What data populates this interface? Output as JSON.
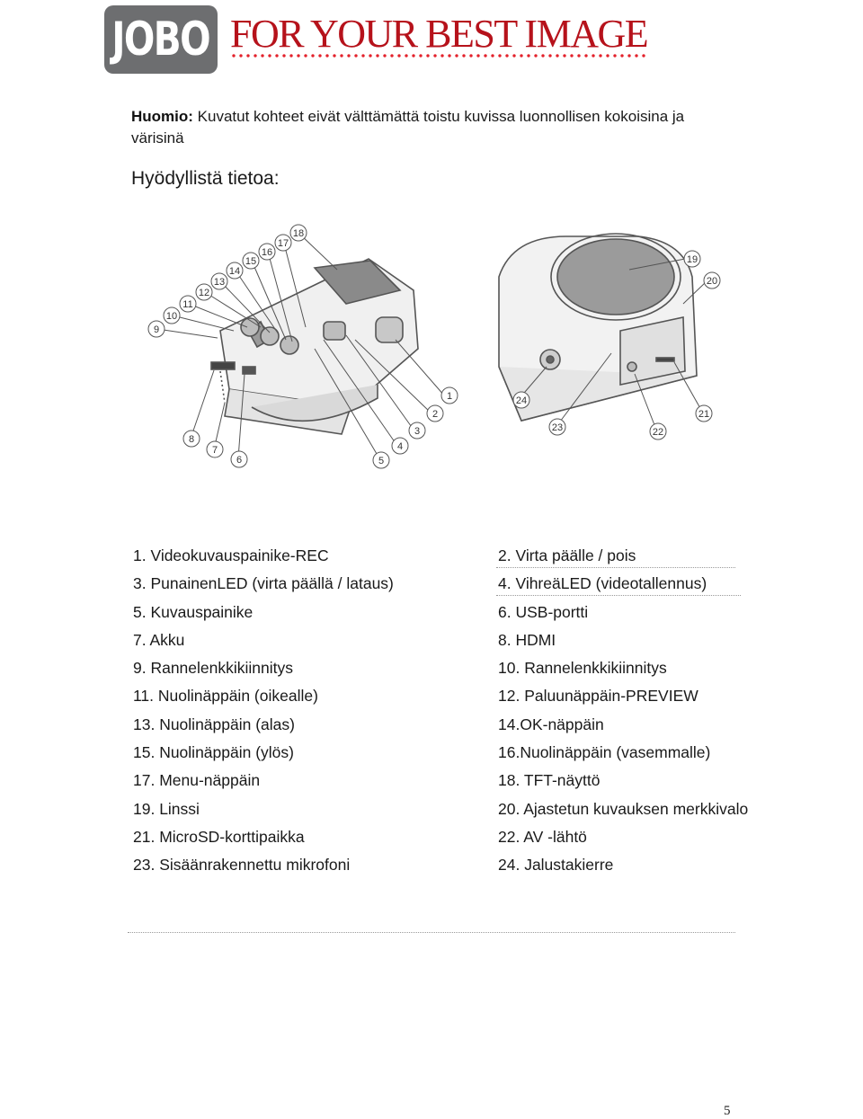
{
  "header": {
    "logo_text": "JOBO",
    "tagline": "FOR YOUR BEST IMAGE"
  },
  "note": {
    "label": "Huomio:",
    "text": " Kuvatut kohteet eivät välttämättä toistu kuvissa luonnollisen kokoisina ja värisinä"
  },
  "subtitle": "Hyödyllistä tietoa:",
  "callouts": [
    "1",
    "2",
    "3",
    "4",
    "5",
    "6",
    "7",
    "8",
    "9",
    "10",
    "11",
    "12",
    "13",
    "14",
    "15",
    "16",
    "17",
    "18",
    "19",
    "20",
    "21",
    "22",
    "23",
    "24"
  ],
  "parts": [
    {
      "left": "1. Videokuvauspainike-REC",
      "right": "2. Virta päälle / pois"
    },
    {
      "left": "3. PunainenLED (virta päällä / lataus)",
      "right": "4. VihreäLED (videotallennus)"
    },
    {
      "left": "5. Kuvauspainike",
      "right": "6. USB-portti"
    },
    {
      "left": "7. Akku",
      "right": "8. HDMI"
    },
    {
      "left": "9. Rannelenkkikiinnitys",
      "right": "10. Rannelenkkikiinnitys"
    },
    {
      "left": "11. Nuolinäppäin (oikealle)",
      "right": "12. Paluunäppäin-PREVIEW"
    },
    {
      "left": "13. Nuolinäppäin (alas)",
      "right": "14.OK-näppäin"
    },
    {
      "left": "15. Nuolinäppäin (ylös)",
      "right": "16.Nuolinäppäin (vasemmalle)"
    },
    {
      "left": "17. Menu-näppäin",
      "right": "18. TFT-näyttö"
    },
    {
      "left": "19. Linssi",
      "right": "20. Ajastetun kuvauksen merkkivalo"
    },
    {
      "left": "21. MicroSD-korttipaikka",
      "right": "22. AV -lähtö"
    },
    {
      "left": "23. Sisäänrakennettu mikrofoni",
      "right": "24. Jalustakierre"
    }
  ],
  "page_number": "5",
  "colors": {
    "brand_red": "#b6121b",
    "logo_gray": "#6d6e70"
  }
}
